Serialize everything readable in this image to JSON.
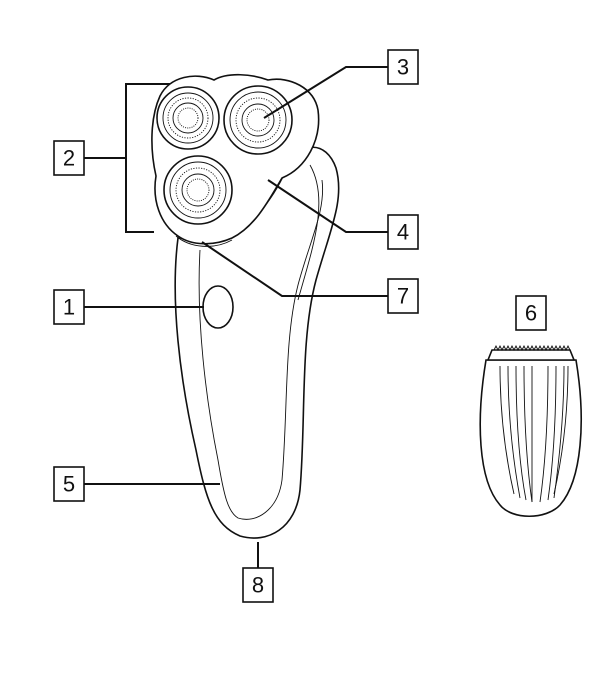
{
  "callouts": [
    {
      "id": "1"
    },
    {
      "id": "2"
    },
    {
      "id": "3"
    },
    {
      "id": "4"
    },
    {
      "id": "5"
    },
    {
      "id": "6"
    },
    {
      "id": "7"
    },
    {
      "id": "8"
    }
  ],
  "colors": {
    "ink": "#111111",
    "background": "#ffffff"
  },
  "labels": {
    "1": "1",
    "2": "2",
    "3": "3",
    "4": "4",
    "5": "5",
    "6": "6",
    "7": "7",
    "8": "8"
  }
}
